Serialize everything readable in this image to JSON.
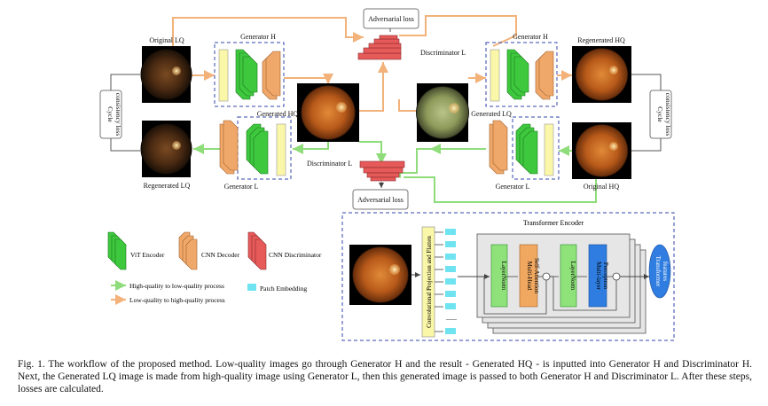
{
  "labels": {
    "original_lq": "Original LQ",
    "original_hq": "Original HQ",
    "regenerated_lq": "Regenerated LQ",
    "regenerated_hq": "Regenerated HQ",
    "generated_hq": "Generated HQ",
    "generated_lq": "Generated LQ",
    "generator_h": "Generator H",
    "generator_l": "Generator L",
    "discriminator_l": "Discriminator L",
    "adversarial_loss": "Adversarial loss",
    "cycle_consistency_loss_line1": "Cycle",
    "cycle_consistency_loss_line2": "consistency loss"
  },
  "legend": {
    "vit_encoder": "ViT Encoder",
    "cnn_decoder": "CNN Decoder",
    "cnn_discriminator": "CNN Discriminator",
    "high_to_low": "High-quality to low-quality process",
    "low_to_high": "Low-quality to high-quality process",
    "patch_embedding": "Patch Embedding"
  },
  "transformer": {
    "title": "Transformer Encoder",
    "conv_projection": "Convolutional Projection and Flatten",
    "layernorm": "LayerNorm",
    "multihead_line1": "Multi-Head",
    "multihead_line2": "Self-Attention",
    "mlp_line1": "Multi-layer",
    "mlp_line2": "Perceptron",
    "output_line1": "Transformer",
    "output_line2": "features",
    "ellipsis": "......"
  },
  "caption": "Fig. 1.  The workflow of the proposed method. Low-quality images go through Generator H and the result - Generated HQ - is inputted into Generator H and Discriminator H. Next, the Generated LQ image is made from high-quality image using Generator L, then this generated image is passed to both Generator H and Discriminator L. After these steps, losses are calculated.",
  "colors": {
    "vit_green": "#3ec83e",
    "cnn_orange": "#f0a86a",
    "disc_red": "#e65a5a",
    "arrow_green": "#8fdc7a",
    "arrow_orange": "#f2b27a",
    "patch_cyan": "#6fe3f0",
    "box_yellow": "#fbf7a8",
    "dash_blue": "#3344aa"
  }
}
